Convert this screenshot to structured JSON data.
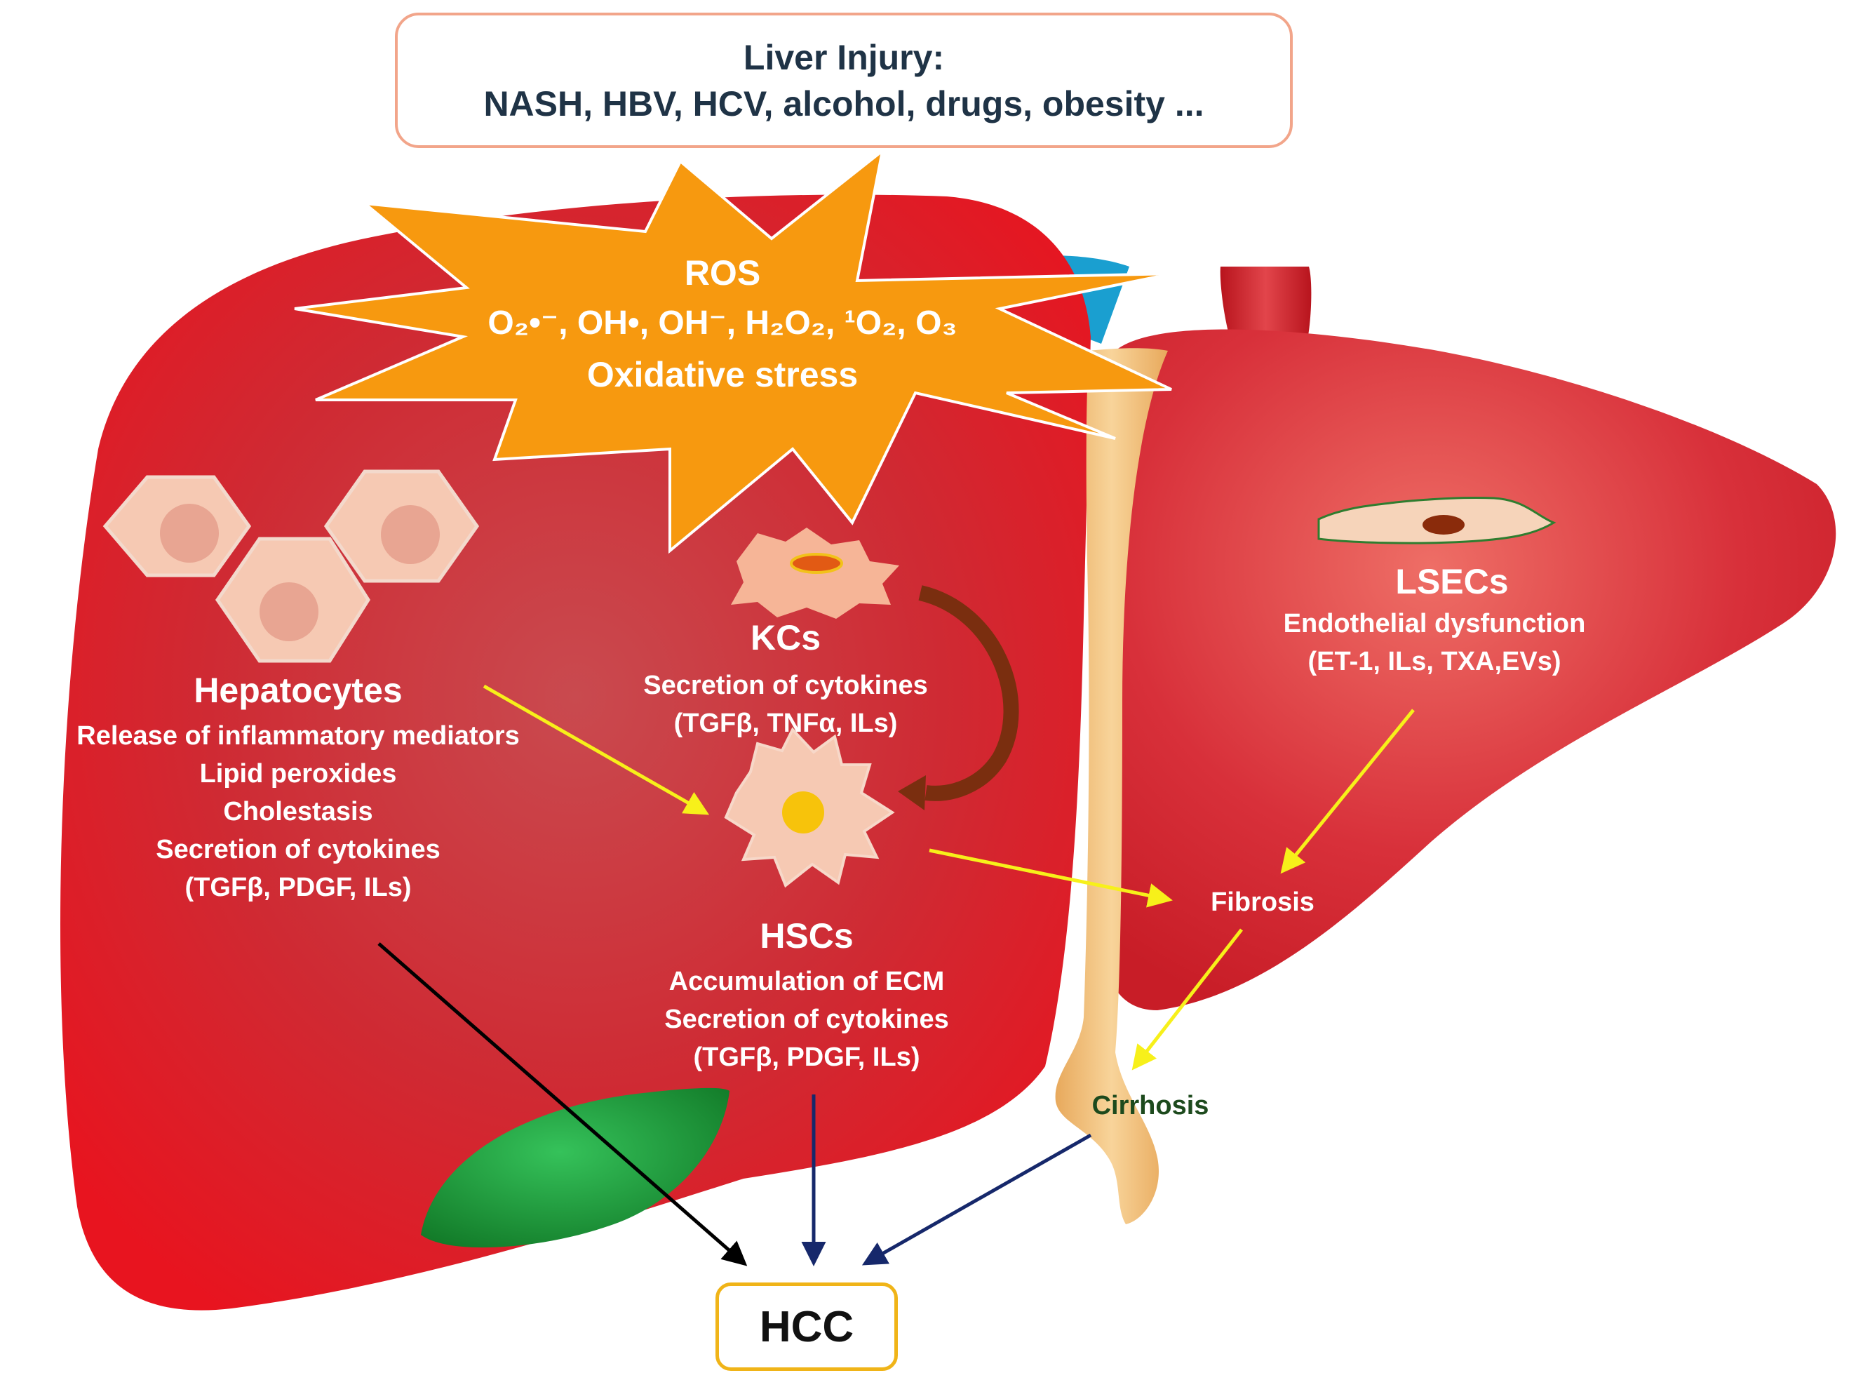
{
  "injury": {
    "heading": "Liver Injury:",
    "causes": "NASH, HBV, HCV, alcohol, drugs, obesity ..."
  },
  "ros": {
    "title": "ROS",
    "species": [
      "O₂•⁻,",
      "OH•,",
      "OH⁻,",
      "H₂O₂,",
      "¹O₂,",
      "O₃"
    ],
    "subtitle": "Oxidative stress"
  },
  "hepatocytes": {
    "title": "Hepatocytes",
    "lines": [
      "Release of inflammatory mediators",
      "Lipid peroxides",
      "Cholestasis",
      "Secretion of cytokines",
      "(TGFβ, PDGF, ILs)"
    ]
  },
  "kcs": {
    "title": "KCs",
    "lines": [
      "Secretion of cytokines",
      "(TGFβ, TNFα, ILs)"
    ]
  },
  "hscs": {
    "title": "HSCs",
    "lines": [
      "Accumulation of ECM",
      "Secretion of cytokines",
      "(TGFβ, PDGF, ILs)"
    ]
  },
  "lsecs": {
    "title": "LSECs",
    "lines": [
      "Endothelial dysfunction",
      "(ET-1, ILs, TXA,EVs)"
    ]
  },
  "outcomes": {
    "fibrosis": "Fibrosis",
    "cirrhosis": "Cirrhosis",
    "hcc": "HCC"
  },
  "colors": {
    "liver": "#d9202b",
    "starburst": "#f7990f",
    "title_border": "#f2a58a",
    "hcc_border": "#f0b418",
    "yellow_arrow": "#f7f01a",
    "black_arrow": "#000000",
    "navy_arrow": "#16286b",
    "gallbladder": "#1e9e3a",
    "ligament": "#f0c27a"
  }
}
